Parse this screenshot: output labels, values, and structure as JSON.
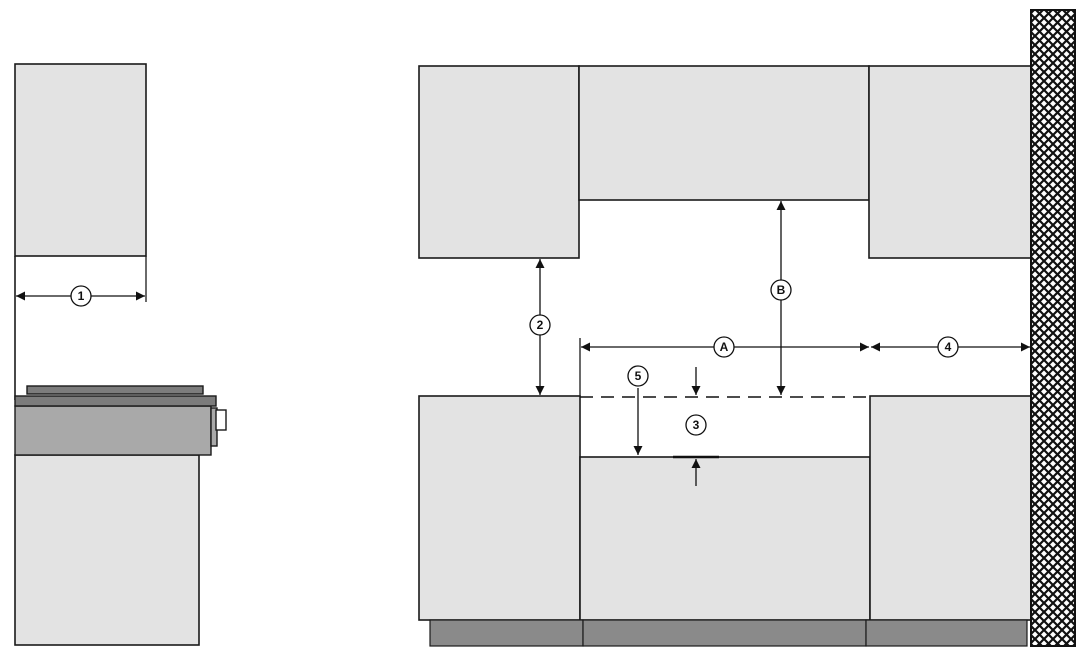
{
  "markers": {
    "m1": "1",
    "m2": "2",
    "m3": "3",
    "m4": "4",
    "m5": "5",
    "mA": "A",
    "mB": "B"
  },
  "colors": {
    "cabinet": "#e3e3e3",
    "plinth": "#8a8a8a",
    "hob": "#a9a9a9",
    "outline": "#1a1a1a"
  }
}
